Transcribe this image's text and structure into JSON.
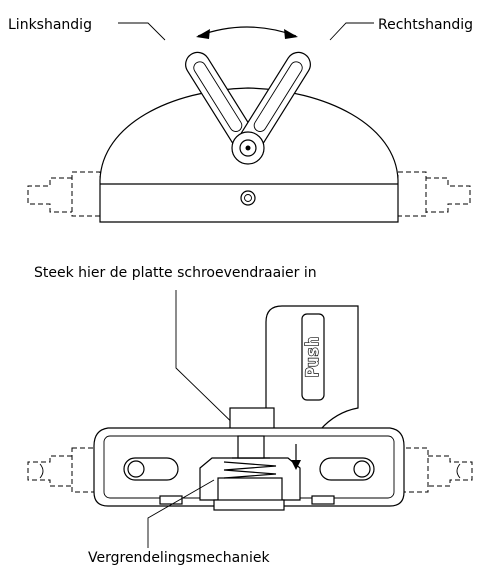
{
  "labels": {
    "left_handed": "Linkshandig",
    "right_handed": "Rechtshandig",
    "screwdriver_instruction": "Steek hier de platte schroevendraaier in",
    "push_button": "Push",
    "locking_mechanism": "Vergrendelingsmechaniek"
  }
}
